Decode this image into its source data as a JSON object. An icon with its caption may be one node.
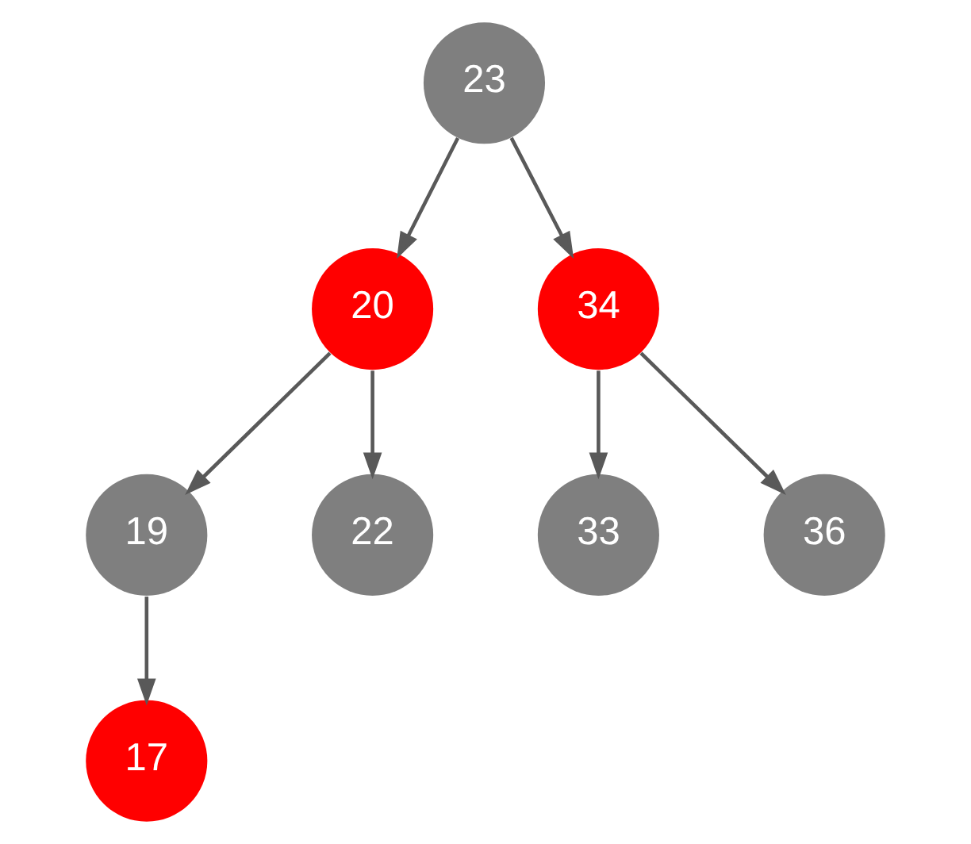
{
  "diagram": {
    "nodes": [
      {
        "text": [
          "23"
        ]
      },
      {
        "text": [
          "20"
        ]
      },
      {
        "text": [
          "34"
        ]
      },
      {
        "text": [
          "19"
        ]
      },
      {
        "text": [
          "22"
        ]
      },
      {
        "text": [
          "33"
        ]
      },
      {
        "text": [
          "36"
        ]
      },
      {
        "text": [
          "17"
        ]
      }
    ],
    "edges": [
      {
        "from": 0,
        "to": 1,
        "arrow": "to"
      },
      {
        "from": 0,
        "to": 2,
        "arrow": "to"
      },
      {
        "from": 1,
        "to": 3,
        "arrow": "to"
      },
      {
        "from": 1,
        "to": 4,
        "arrow": "to"
      },
      {
        "from": 2,
        "to": 5,
        "arrow": "to"
      },
      {
        "from": 2,
        "to": 6,
        "arrow": "to"
      },
      {
        "from": 3,
        "to": 7,
        "arrow": "to"
      }
    ]
  }
}
